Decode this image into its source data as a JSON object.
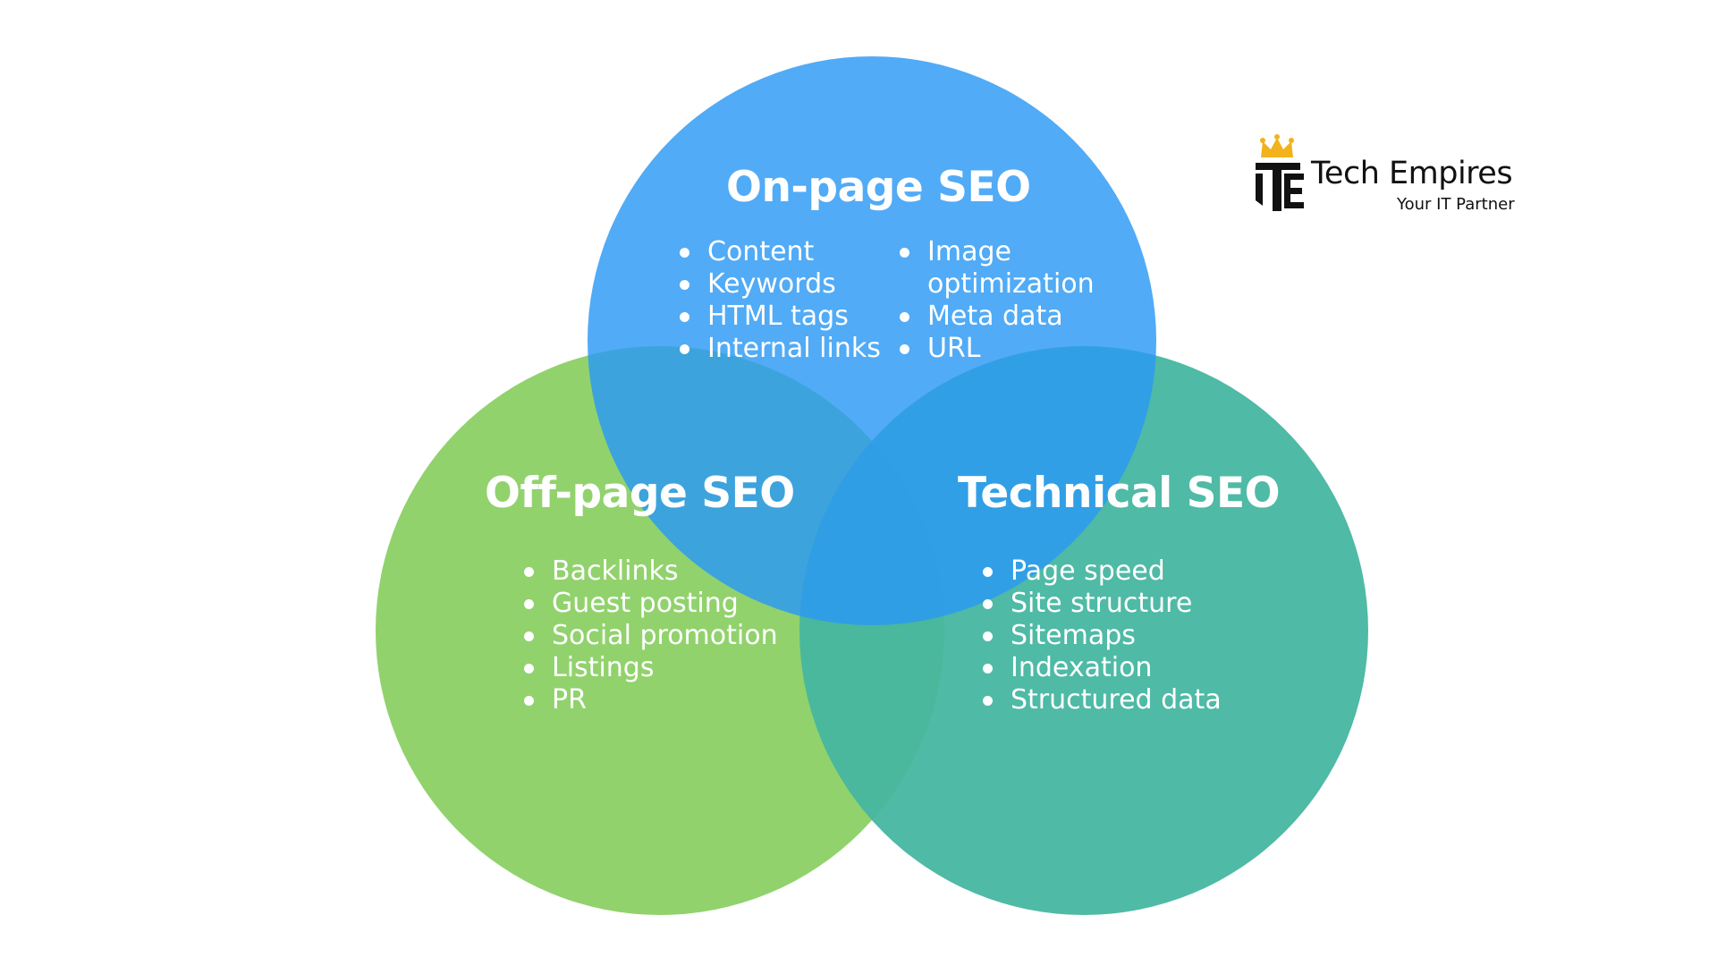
{
  "diagram": {
    "circles": [
      {
        "id": "on-page",
        "title": "On-page SEO",
        "color": "#2b99f4",
        "items_left": [
          "Content",
          "Keywords",
          "HTML tags",
          "Internal links"
        ],
        "items_right": [
          "Image",
          "optimization",
          "Meta data",
          "URL"
        ]
      },
      {
        "id": "off-page",
        "title": "Off-page SEO",
        "color": "#8fd16a",
        "items": [
          "Backlinks",
          "Guest posting",
          "Social promotion",
          "Listings",
          "PR"
        ]
      },
      {
        "id": "technical",
        "title": "Technical SEO",
        "color": "#46b6a0",
        "items": [
          "Page speed",
          "Site structure",
          "Sitemaps",
          "Indexation",
          "Structured data"
        ]
      }
    ]
  },
  "logo": {
    "name": "Tech Empires",
    "tagline": "Your IT Partner",
    "crown_color": "#f2b21c",
    "mark_color": "#111111"
  }
}
